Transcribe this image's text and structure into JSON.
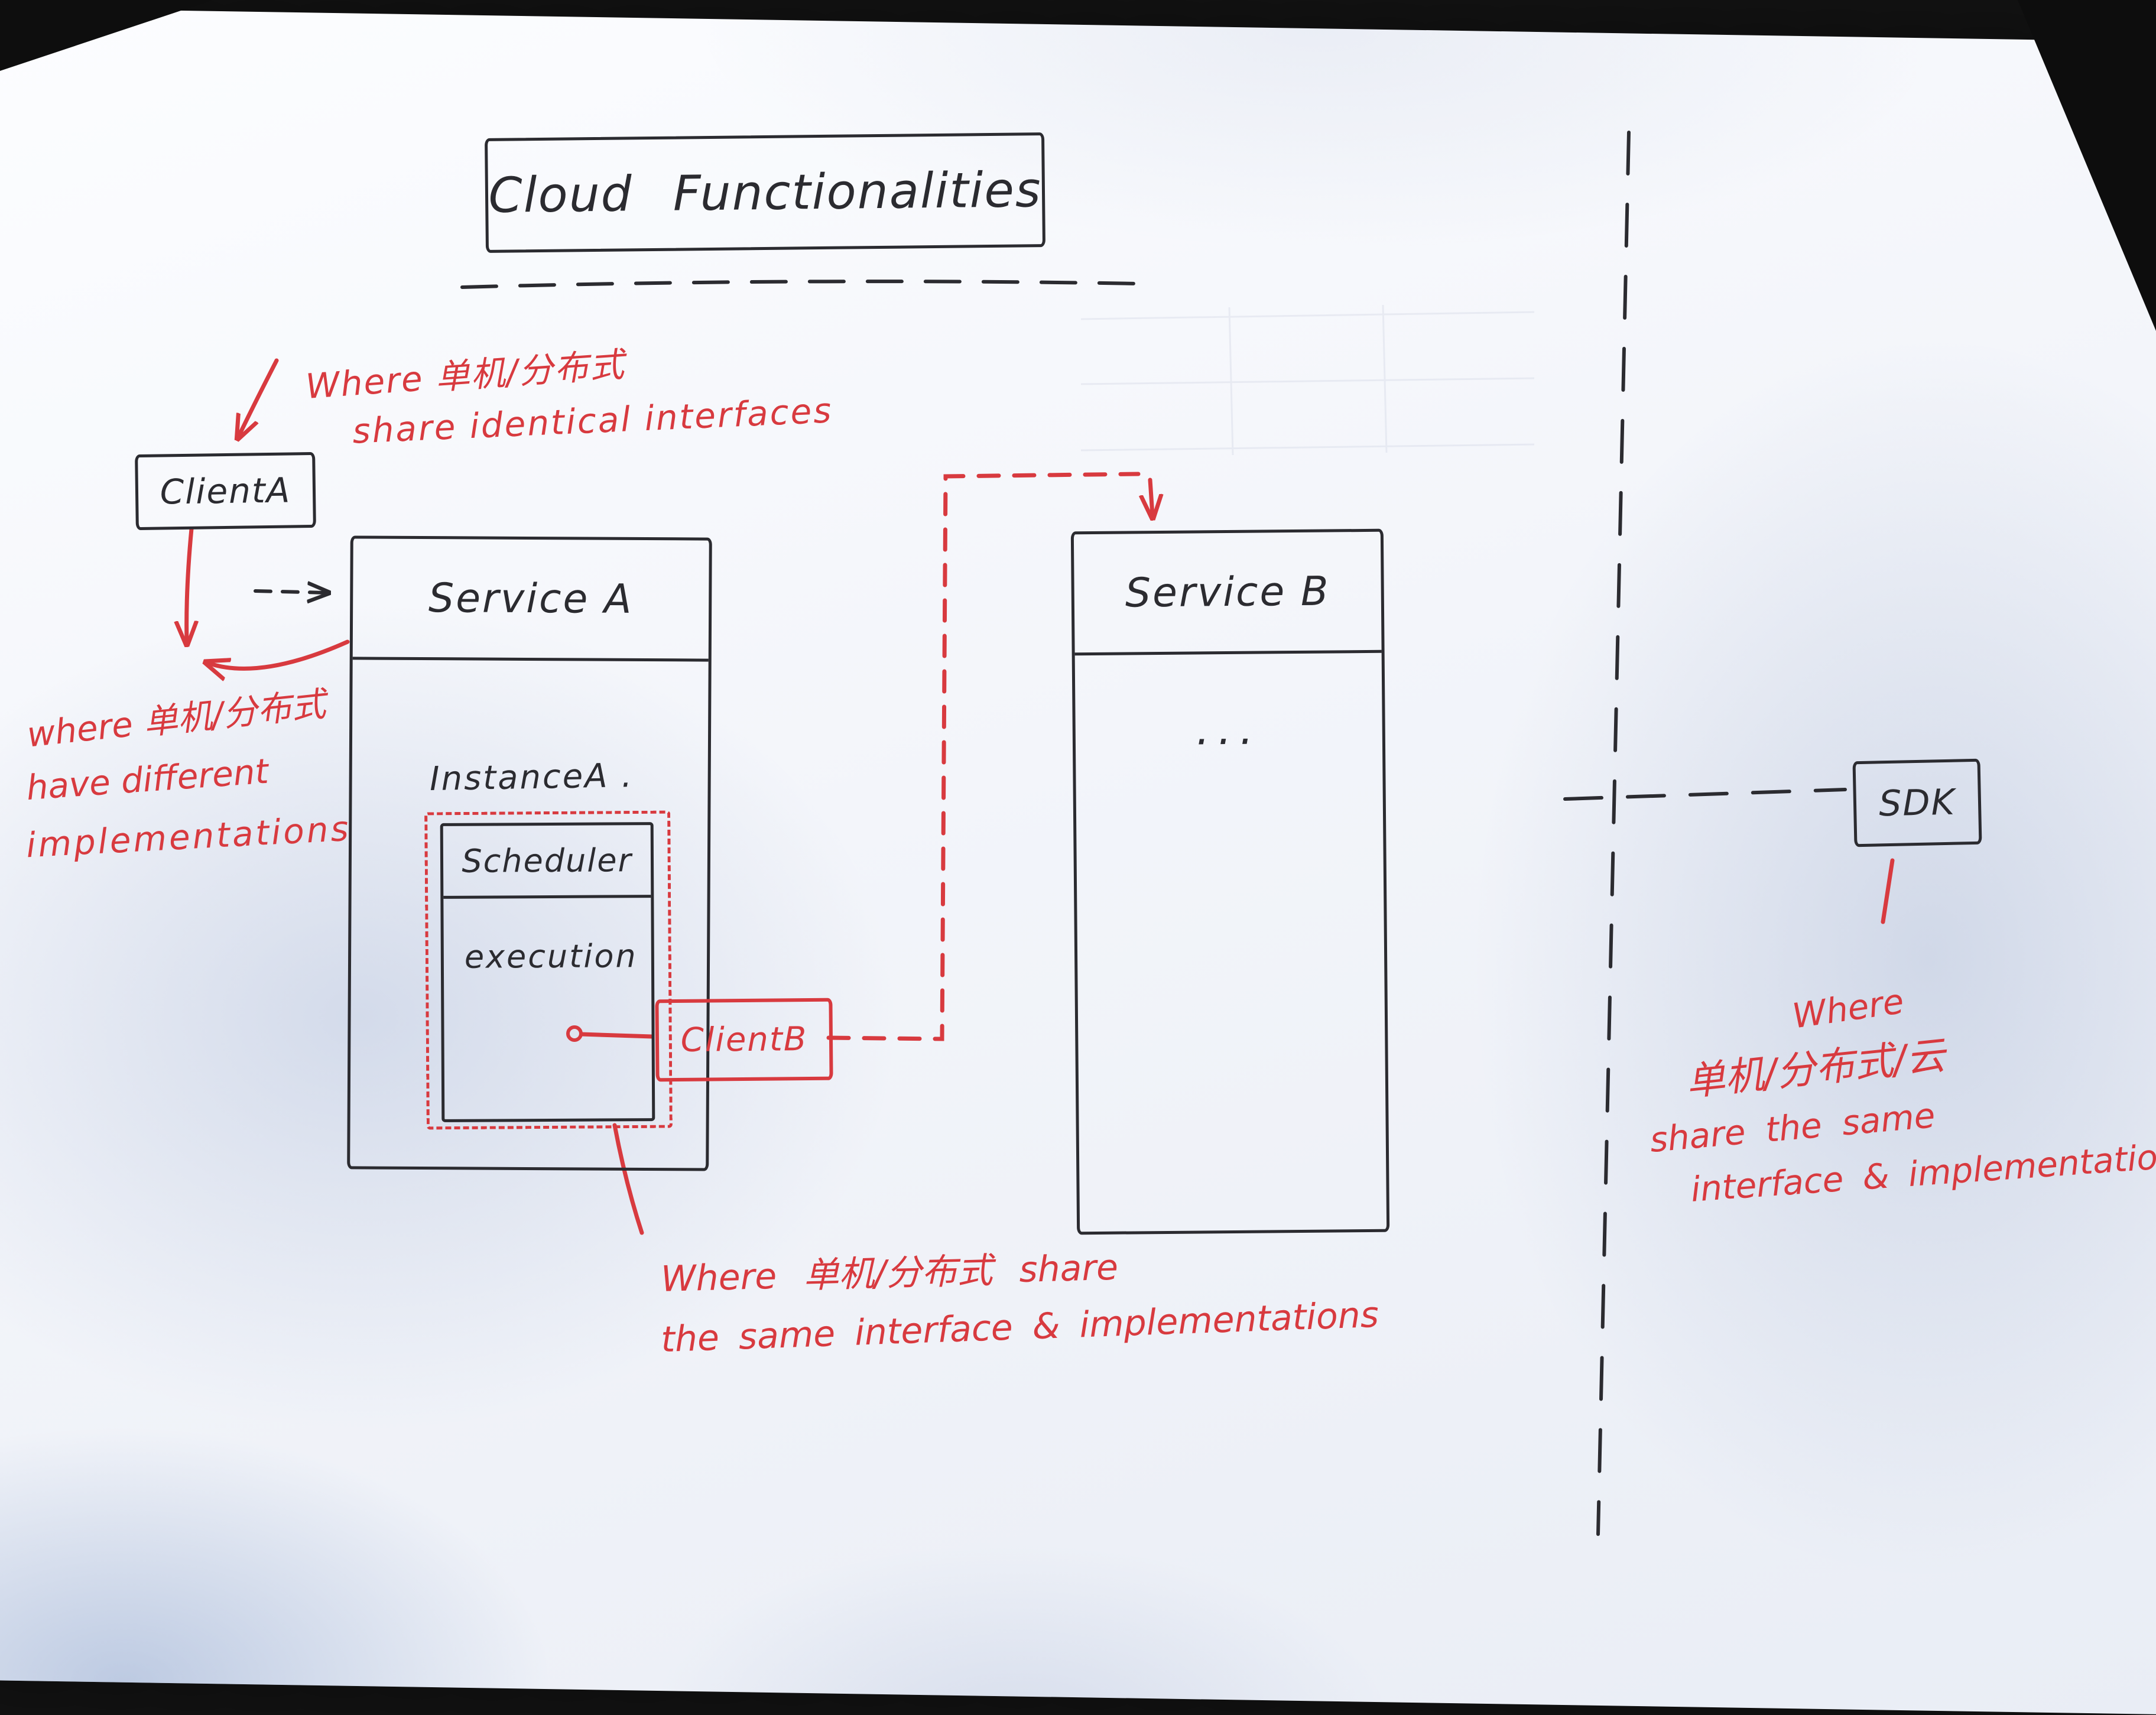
{
  "title": "Cloud Functionalities",
  "boxes": {
    "client_a": "ClientA",
    "service_a": "Service A",
    "service_b": "Service B",
    "service_b_ellipsis": "...",
    "instance_a": "InstanceA .",
    "scheduler": "Scheduler",
    "execution": "execution",
    "client_b": "ClientB",
    "sdk": "SDK"
  },
  "annotations": {
    "top": {
      "line1": "Where 单机/分布式",
      "line2": "share identical interfaces"
    },
    "left": {
      "line1": "where 单机/分布式",
      "line2": "have different",
      "line3": "implementations"
    },
    "bottom": {
      "line1": "Where 单机/分布式  share",
      "line2": "the same  interface & implementations"
    },
    "right": {
      "line1": "Where",
      "line2": "单机/分布式/云",
      "line3": "share the same",
      "line4": "interface & implementation"
    }
  },
  "colors": {
    "ink": "#2b2b30",
    "annotation_red": "#d83a3f",
    "paper": "#f3f5fa"
  }
}
